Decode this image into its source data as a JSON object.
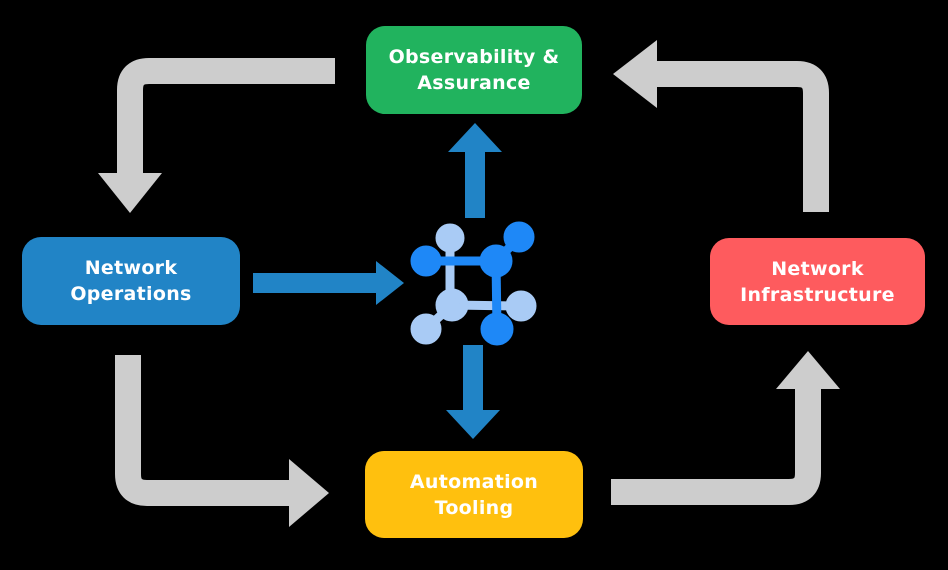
{
  "diagram": {
    "description": "Network automation cycle diagram with four labeled nodes around a central network hub icon",
    "nodes": [
      {
        "id": "observability",
        "lines": [
          "Observability &",
          "Assurance"
        ],
        "color": "#21B35E"
      },
      {
        "id": "operations",
        "lines": [
          "Network",
          "Operations"
        ],
        "color": "#2184C6"
      },
      {
        "id": "infrastructure",
        "lines": [
          "Network",
          "Infrastructure"
        ],
        "color": "#FE5B5E"
      },
      {
        "id": "automation",
        "lines": [
          "Automation",
          "Tooling"
        ],
        "color": "#FFC00E"
      }
    ],
    "hub_icon": "network-mesh-icon",
    "edges": [
      {
        "from": "observability",
        "to": "operations",
        "style": "gray-elbow-arrow"
      },
      {
        "from": "infrastructure",
        "to": "observability",
        "style": "gray-elbow-arrow"
      },
      {
        "from": "operations",
        "to": "automation",
        "style": "gray-elbow-arrow"
      },
      {
        "from": "automation",
        "to": "infrastructure",
        "style": "gray-elbow-arrow"
      },
      {
        "from": "operations",
        "to": "hub",
        "style": "blue-straight-arrow"
      },
      {
        "from": "hub",
        "to": "observability",
        "style": "blue-straight-arrow"
      },
      {
        "from": "hub",
        "to": "automation",
        "style": "blue-straight-arrow"
      }
    ],
    "colors": {
      "background": "#000000",
      "arrow_gray": "#CDCDCD",
      "arrow_blue": "#2184C6",
      "icon_dark_blue": "#1E88F7",
      "icon_light_blue": "#A9CBF5",
      "node_text": "#FFFFFF"
    }
  }
}
